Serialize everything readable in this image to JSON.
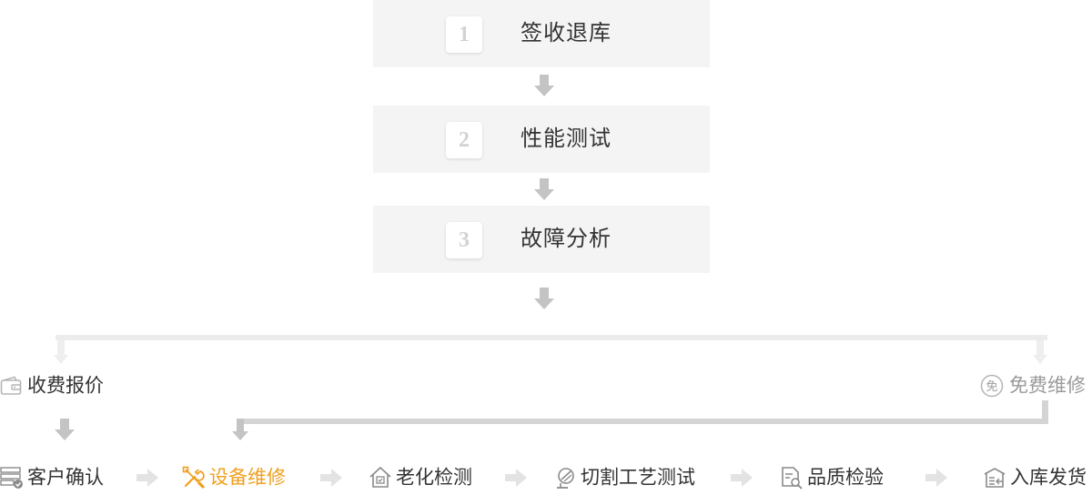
{
  "steps": [
    {
      "number": "1",
      "label": "签收退库"
    },
    {
      "number": "2",
      "label": "性能测试"
    },
    {
      "number": "3",
      "label": "故障分析"
    }
  ],
  "branches": {
    "left": {
      "label": "收费报价",
      "icon": "wallet-icon"
    },
    "right": {
      "label": "免费维修",
      "icon": "free-badge-icon",
      "badge": "免"
    }
  },
  "process": [
    {
      "label": "客户确认",
      "icon": "server-check-icon",
      "active": false
    },
    {
      "label": "设备维修",
      "icon": "tools-icon",
      "active": true
    },
    {
      "label": "老化检测",
      "icon": "house-check-icon",
      "active": false
    },
    {
      "label": "切割工艺测试",
      "icon": "cutting-icon",
      "active": false
    },
    {
      "label": "品质检验",
      "icon": "document-search-icon",
      "active": false
    },
    {
      "label": "入库发货",
      "icon": "warehouse-icon",
      "active": false
    }
  ],
  "colors": {
    "active": "#f0a020",
    "arrow": "#c4c4c4",
    "connector": "#e6e6e6",
    "step_bg": "#f4f4f4"
  }
}
